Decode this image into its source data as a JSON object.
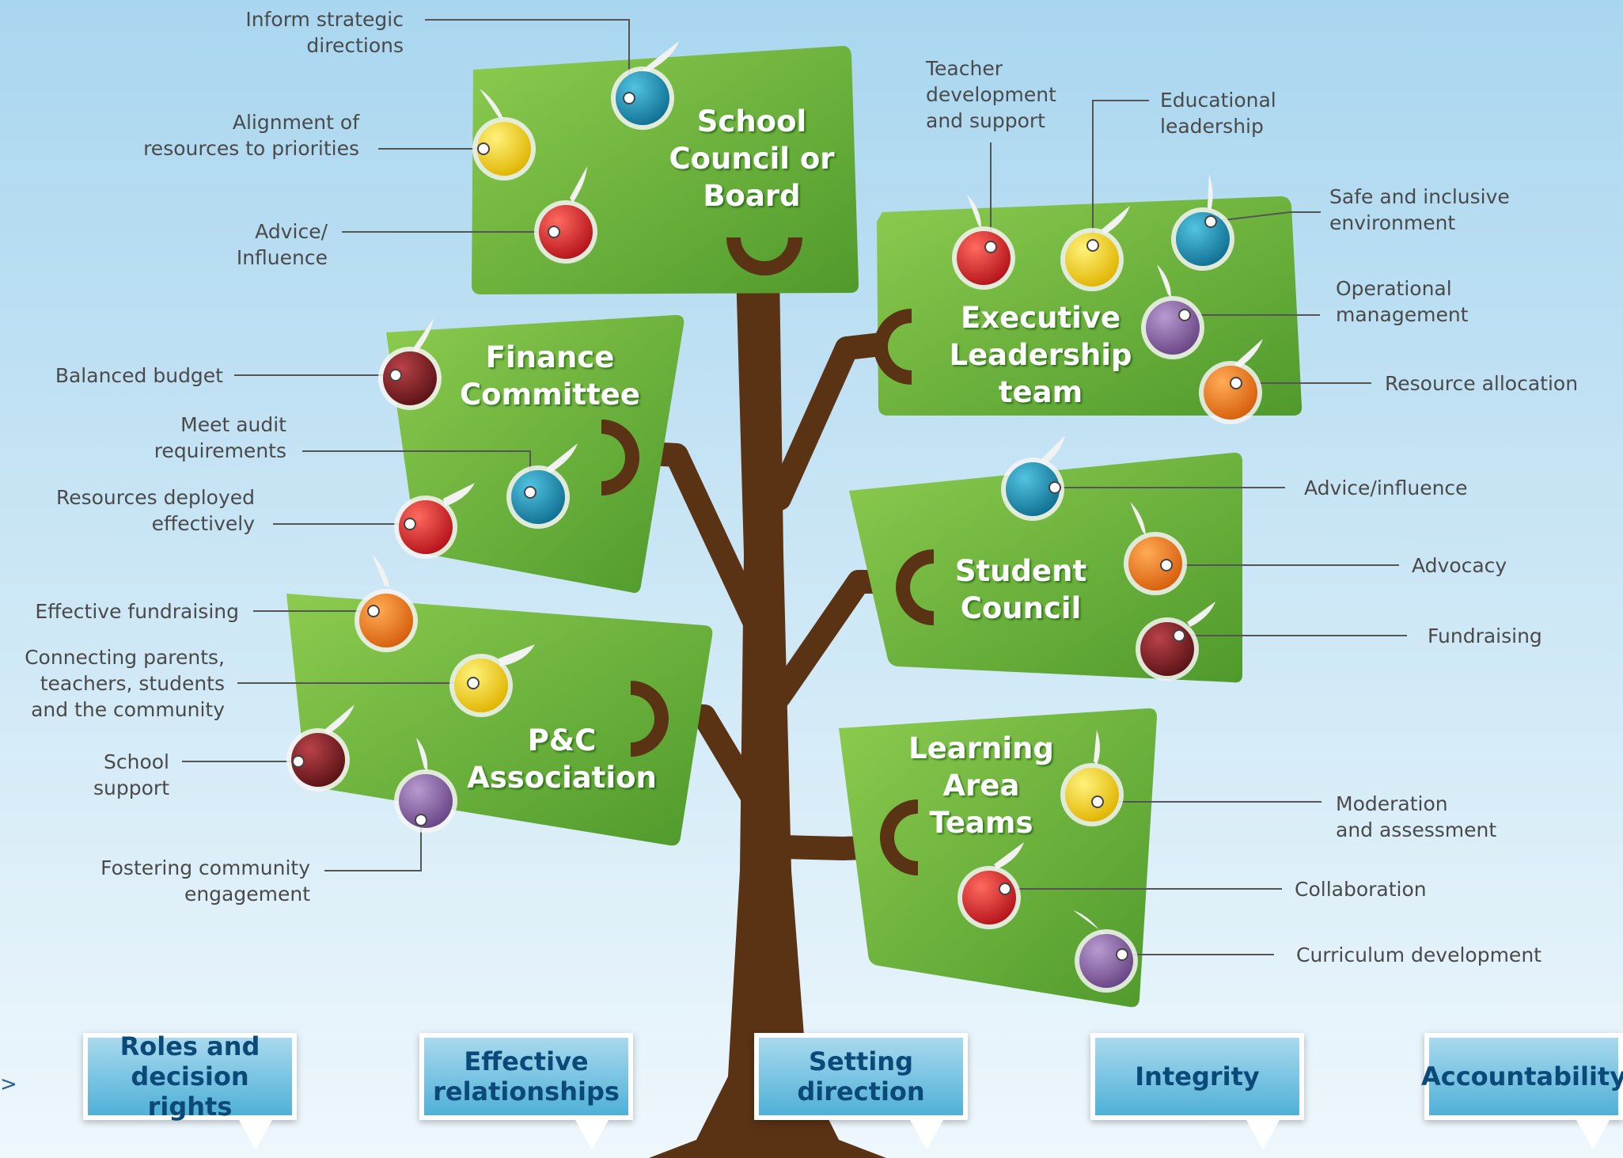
{
  "panels": {
    "school_council": "School\nCouncil or\nBoard",
    "finance": "Finance\nCommittee",
    "pc_association": "P&C\nAssociation",
    "executive": "Executive\nLeadership\nteam",
    "student_council": "Student\nCouncil",
    "learning_area": "Learning\nArea\nTeams"
  },
  "labels": {
    "inform_strategic": "Inform strategic\ndirections",
    "alignment": "Alignment of\nresources to priorities",
    "advice_influence_board": "Advice/\nInfluence",
    "balanced_budget": "Balanced budget",
    "meet_audit": "Meet audit\nrequirements",
    "resources_deployed": "Resources deployed\neffectively",
    "effective_fundraising": "Effective fundraising",
    "connecting": "Connecting parents,\nteachers, students\nand the community",
    "school_support": "School\nsupport",
    "fostering": "Fostering community\nengagement",
    "teacher_dev": "Teacher\ndevelopment\nand support",
    "educational_leadership": "Educational\nleadership",
    "safe_inclusive": "Safe and inclusive\nenvironment",
    "operational": "Operational\nmanagement",
    "resource_allocation": "Resource allocation",
    "advice_influence_student": "Advice/influence",
    "advocacy": "Advocacy",
    "fundraising": "Fundraising",
    "moderation": "Moderation\nand assessment",
    "collaboration": "Collaboration",
    "curriculum": "Curriculum development"
  },
  "values": [
    "Roles and\ndecision rights",
    "Effective\nrelationships",
    "Setting\ndirection",
    "Integrity",
    "Accountability"
  ],
  "nav_arrow": ">",
  "colors": {
    "sky_top": "#a9d6ef",
    "sky_bottom": "#eef7fc",
    "leaf_green": "#6cb33f",
    "trunk_brown": "#5a3214",
    "fruit_red": "#d62828",
    "fruit_yellow": "#f2d21b",
    "fruit_teal": "#1c94b8",
    "fruit_maroon": "#7e1f25",
    "fruit_orange": "#ee7a1c",
    "fruit_purple": "#8a64a8",
    "value_blue": "#4fb0d8"
  },
  "fruit_icons": "apple-icon"
}
